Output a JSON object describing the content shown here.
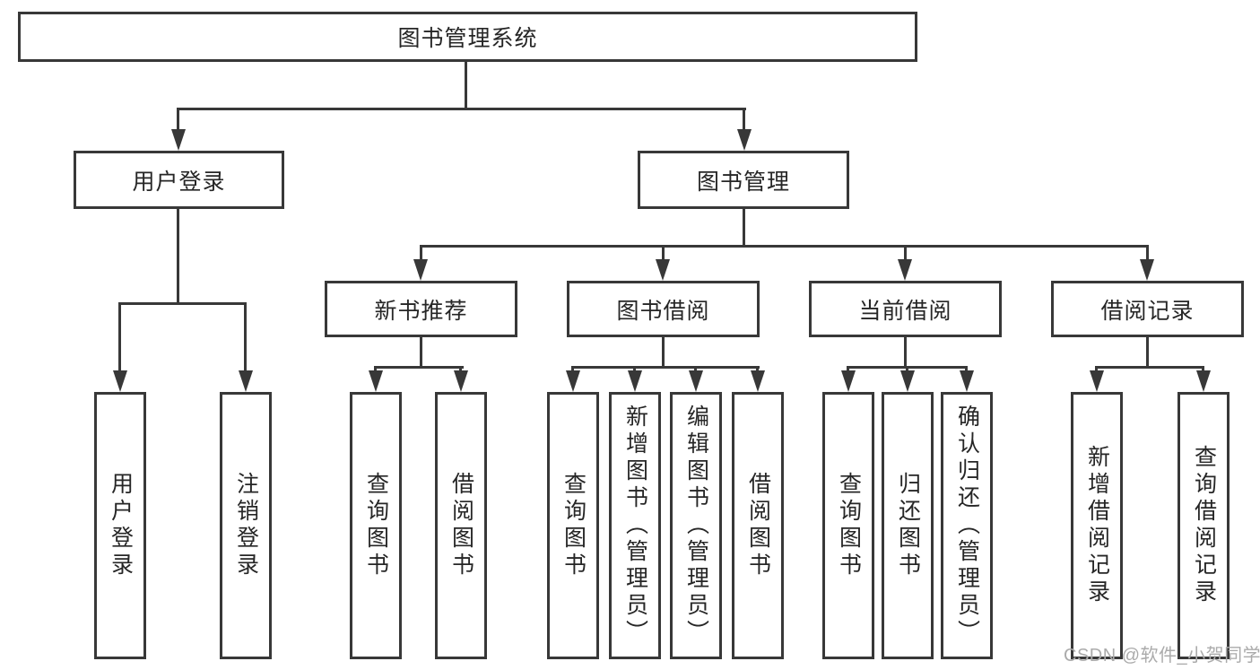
{
  "diagram": {
    "root": {
      "label": "图书管理系统",
      "children": [
        {
          "label": "用户登录",
          "children": [
            {
              "label": "用户登录"
            },
            {
              "label": "注销登录"
            }
          ]
        },
        {
          "label": "图书管理",
          "children": [
            {
              "label": "新书推荐",
              "children": [
                {
                  "label": "查询图书"
                },
                {
                  "label": "借阅图书"
                }
              ]
            },
            {
              "label": "图书借阅",
              "children": [
                {
                  "label": "查询图书"
                },
                {
                  "label": "新增图书（管理员）"
                },
                {
                  "label": "编辑图书（管理员）"
                },
                {
                  "label": "借阅图书"
                }
              ]
            },
            {
              "label": "当前借阅",
              "children": [
                {
                  "label": "查询图书"
                },
                {
                  "label": "归还图书"
                },
                {
                  "label": "确认归还（管理员）"
                }
              ]
            },
            {
              "label": "借阅记录",
              "children": [
                {
                  "label": "新增借阅记录"
                },
                {
                  "label": "查询借阅记录"
                }
              ]
            }
          ]
        }
      ]
    },
    "line_color": "#383838",
    "watermark_color": "#ababab"
  },
  "watermark": {
    "text": "CSDN @软件_小贺同学"
  }
}
